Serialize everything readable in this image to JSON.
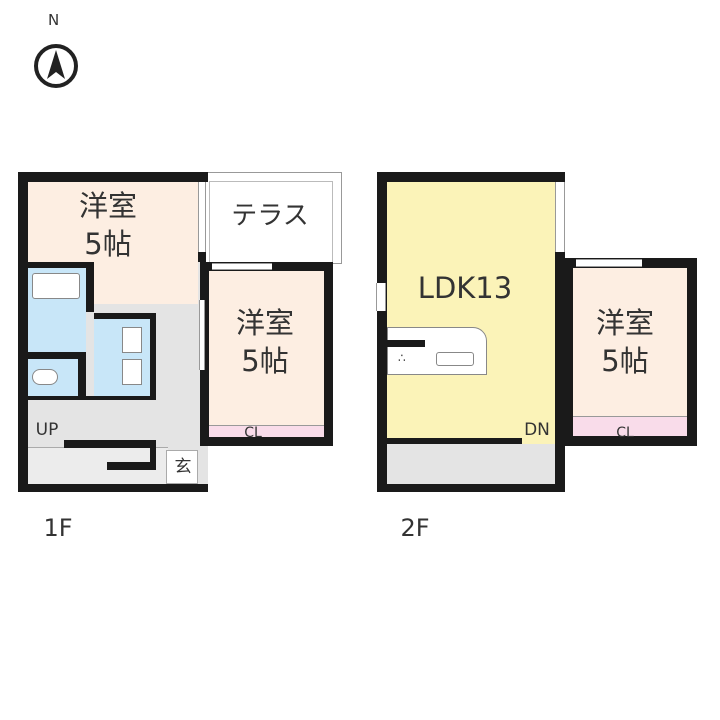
{
  "compass": {
    "letter": "N",
    "icon": "north-arrow-icon"
  },
  "floor1": {
    "label": "1F",
    "rooms": [
      {
        "name": "洋室",
        "size": "5帖"
      },
      {
        "name": "テラス"
      },
      {
        "name": "洋室",
        "size": "5帖"
      }
    ],
    "closet": "CL",
    "stairs": "UP",
    "entrance": "玄"
  },
  "floor2": {
    "label": "2F",
    "rooms": [
      {
        "name": "LDK13"
      },
      {
        "name": "洋室",
        "size": "5帖"
      }
    ],
    "closet": "CL",
    "stairs": "DN"
  },
  "colors": {
    "western_room": "#fdeee2",
    "ldk": "#fbf3b8",
    "wet_area": "#c8e6f8",
    "closet": "#f9dcea",
    "hall": "#e4e4e4"
  }
}
